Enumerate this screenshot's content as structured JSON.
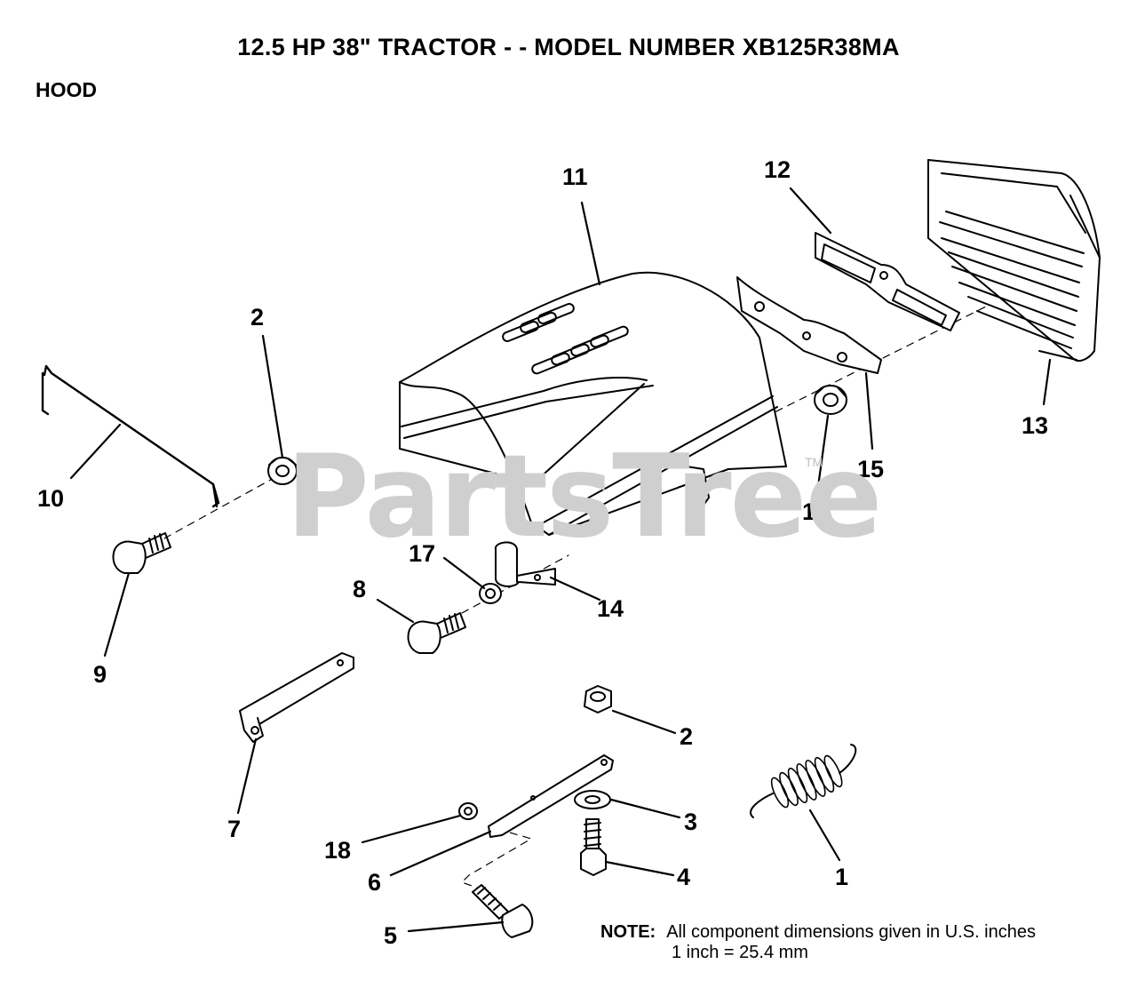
{
  "header": {
    "title": "12.5 HP 38\" TRACTOR - - MODEL NUMBER XB125R38MA",
    "section": "HOOD"
  },
  "watermark": {
    "text": "PartsTree",
    "mark": "TM"
  },
  "note": {
    "label": "NOTE:",
    "line1": "All component dimensions given in U.S. inches",
    "line2": "1 inch = 25.4 mm"
  },
  "parts": {
    "p1": "1",
    "p2a": "2",
    "p2b": "2",
    "p3": "3",
    "p4": "4",
    "p5": "5",
    "p6": "6",
    "p7": "7",
    "p8": "8",
    "p9": "9",
    "p10": "10",
    "p11": "11",
    "p12": "12",
    "p13": "13",
    "p14": "14",
    "p15": "15",
    "p16": "16",
    "p17": "17",
    "p18": "18"
  }
}
